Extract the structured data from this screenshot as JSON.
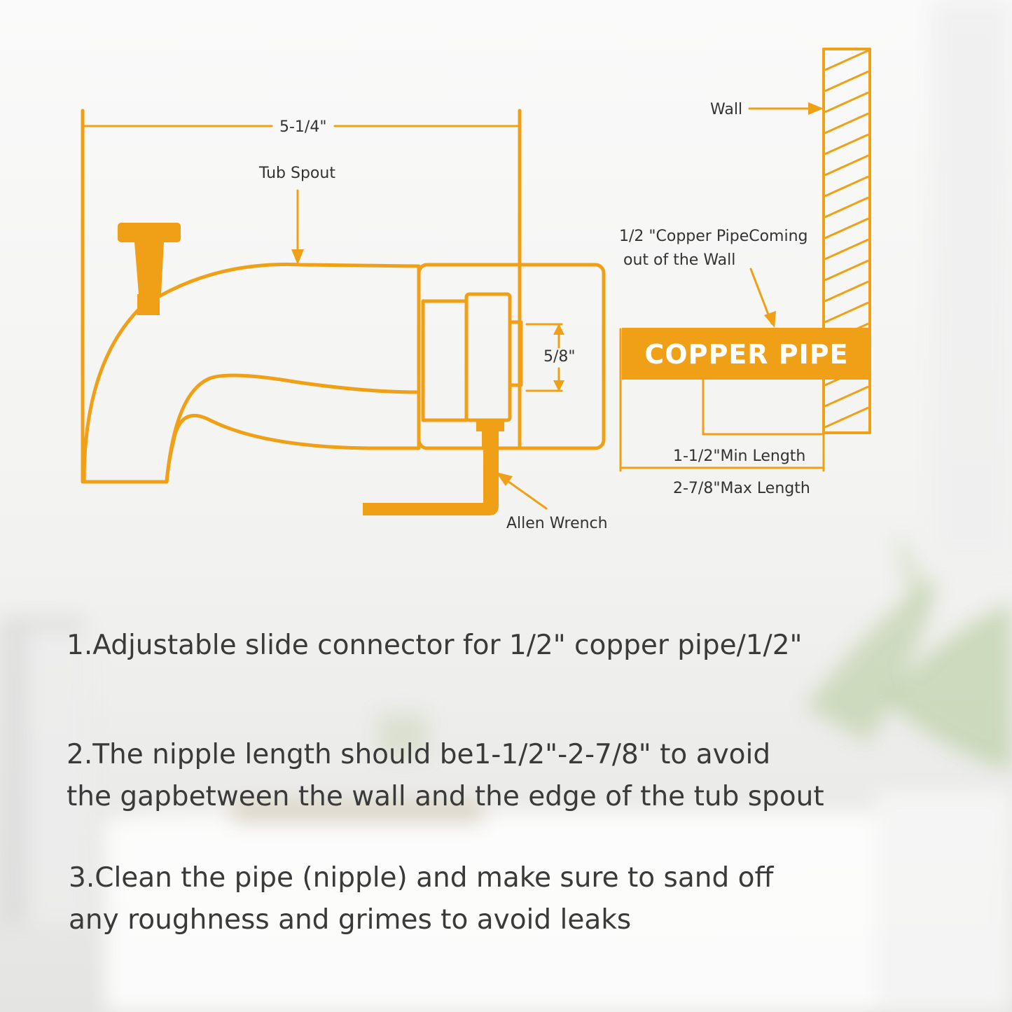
{
  "diagram": {
    "labels": {
      "width_dimension": "5-1/4\"",
      "tub_spout": "Tub Spout",
      "wall": "Wall",
      "copper_pipe_line1": "1/2 \"Copper PipeComing",
      "copper_pipe_line2": "out of the Wall",
      "copper_pipe_bar": "COPPER PIPE",
      "height_dimension": "5/8\"",
      "min_length": "1-1/2\"Min Length",
      "max_length": "2-7/8\"Max Length",
      "allen_wrench": "Allen Wrench"
    },
    "colors": {
      "accent": "#F0A016",
      "text": "#333333",
      "pipe_text": "#FFFFFF"
    }
  },
  "notes": [
    {
      "lines": [
        "1.Adjustable slide connector for 1/2\" copper pipe/1/2\""
      ]
    },
    {
      "lines": [
        "2.The nipple length should be1-1/2\"-2-7/8\" to avoid",
        "the gapbetween the wall and the edge of the tub spout"
      ]
    },
    {
      "lines": [
        "3.Clean the pipe (nipple) and make sure to sand off",
        "any roughness and grimes to avoid leaks"
      ]
    }
  ]
}
